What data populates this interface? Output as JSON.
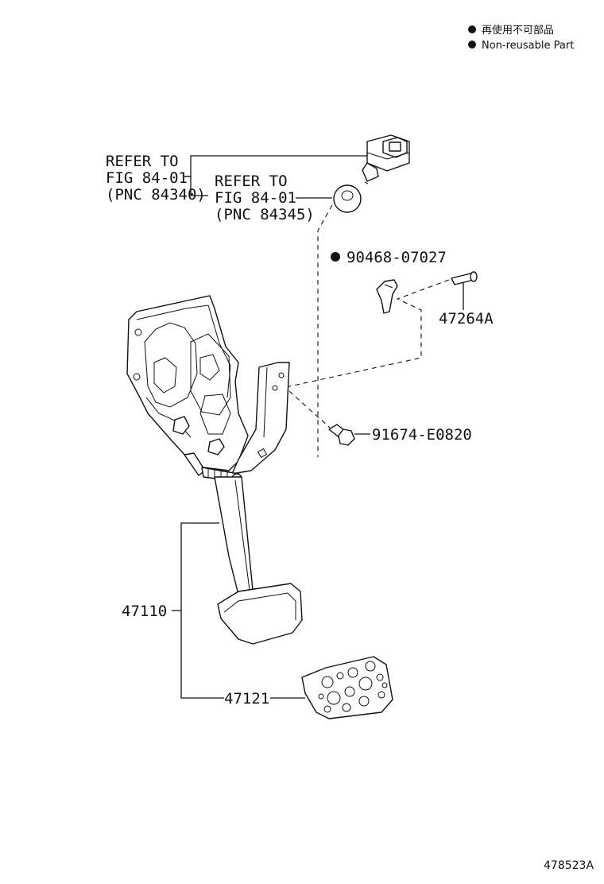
{
  "legend": {
    "items": [
      {
        "icon": "filled-circle-icon",
        "text": "再使用不可部品"
      },
      {
        "icon": "filled-circle-icon",
        "text": "Non-reusable Part"
      }
    ]
  },
  "refer_1": {
    "line1": "REFER TO",
    "line2": "FIG 84-01",
    "line3": "(PNC 84340)"
  },
  "refer_2": {
    "line1": "REFER TO",
    "line2": "FIG 84-01",
    "line3": "(PNC 84345)"
  },
  "parts": {
    "clip": {
      "number": "90468-07027",
      "non_reusable": true
    },
    "pin": {
      "number": "47264A"
    },
    "bolt": {
      "number": "91674-E0820"
    },
    "pedal_assy": {
      "number": "47110"
    },
    "pedal_pad": {
      "number": "47121"
    }
  },
  "figure_id": "478523A",
  "colors": {
    "ink": "#111111",
    "background": "#ffffff"
  }
}
